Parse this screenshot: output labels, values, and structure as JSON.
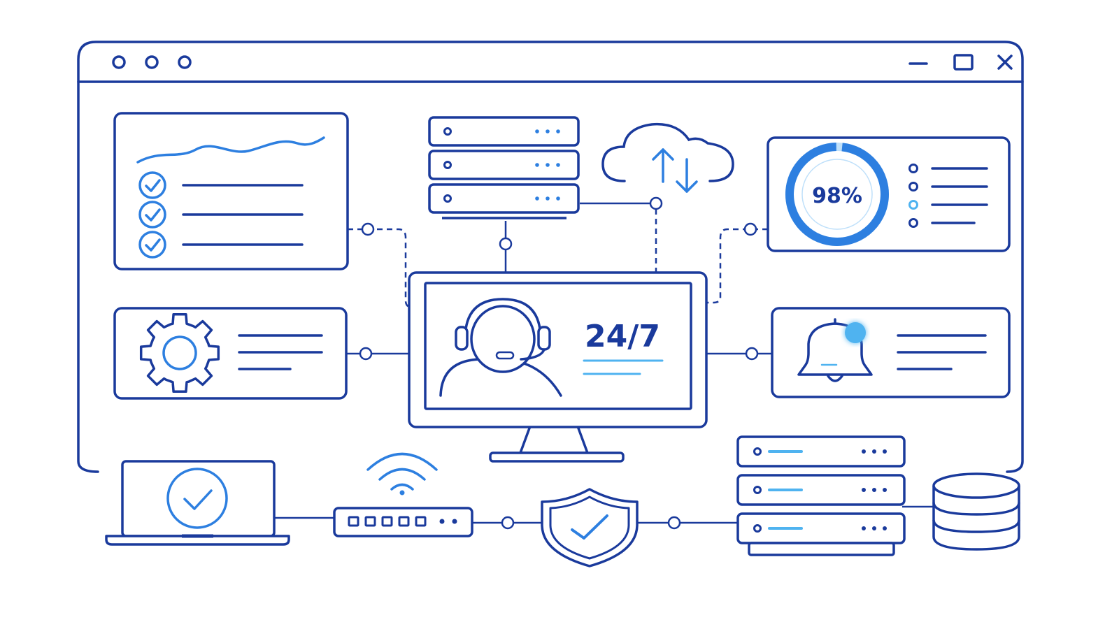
{
  "colors": {
    "primary": "#1a3a9c",
    "accent": "#2d7fe0",
    "light_accent": "#4fb3f0",
    "background": "#ffffff"
  },
  "window": {
    "controls_left": [
      "dot",
      "dot",
      "dot"
    ],
    "controls_right": [
      "minimize-icon",
      "maximize-icon",
      "close-icon"
    ]
  },
  "panels": {
    "analytics": {
      "icons": [
        "trend-line-icon",
        "check-circle-icon"
      ],
      "checklist_rows": 3
    },
    "server_stack": {
      "icons": [
        "server-icon"
      ],
      "units": 3
    },
    "cloud": {
      "icons": [
        "cloud-icon",
        "upload-arrow-icon",
        "download-arrow-icon"
      ]
    },
    "uptime": {
      "label": "98%",
      "value": 98,
      "max": 100,
      "icons": [
        "donut-gauge-icon"
      ]
    },
    "settings": {
      "icons": [
        "gear-icon"
      ]
    },
    "support": {
      "label": "24/7",
      "icons": [
        "headset-agent-icon",
        "monitor-icon"
      ]
    },
    "notifications": {
      "icons": [
        "bell-icon",
        "notification-dot-icon"
      ]
    }
  },
  "network": {
    "icons": [
      "laptop-icon",
      "check-circle-icon",
      "wifi-icon",
      "router-icon",
      "shield-check-icon",
      "server-rack-icon",
      "database-icon"
    ]
  }
}
